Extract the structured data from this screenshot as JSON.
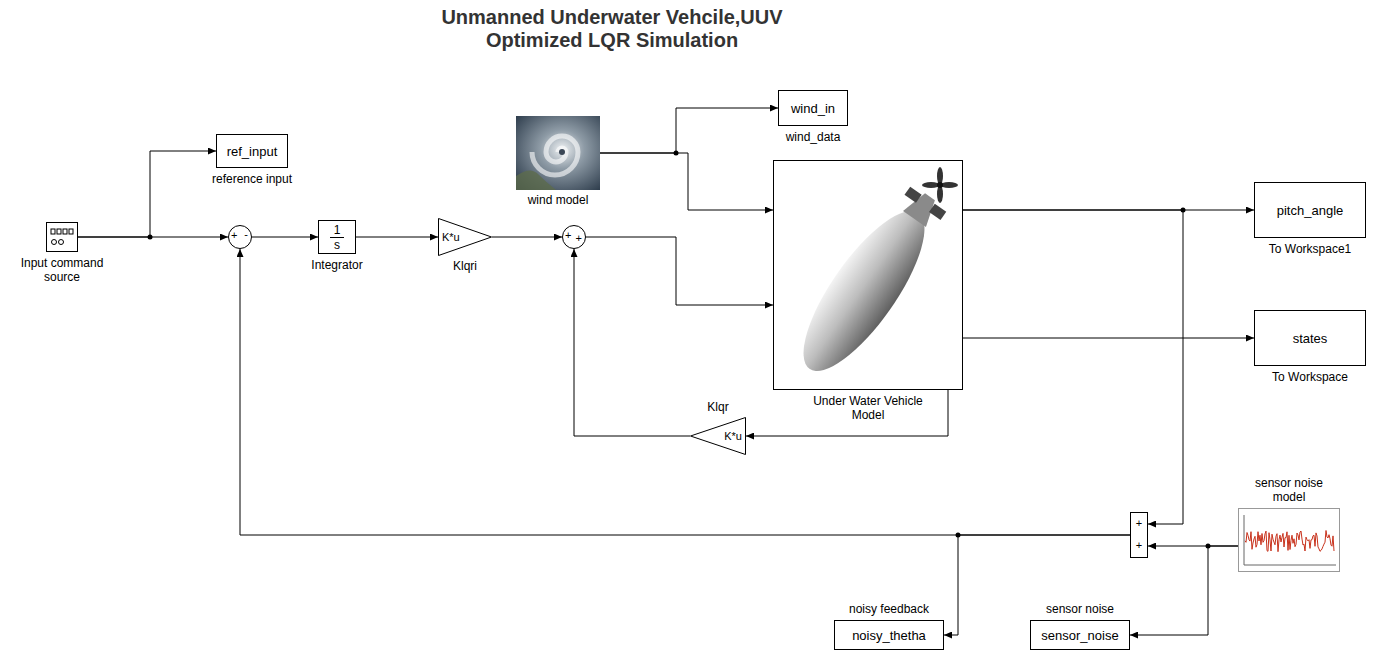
{
  "diagram": {
    "title": "Unmanned Underwater Vehcile,UUV Optimized LQR Simulation",
    "nodes": [
      {
        "text": [
          "ref_input",
          "reference input"
        ]
      },
      {
        "text": [
          "Input command source"
        ]
      },
      {
        "text": [
          "+",
          "-"
        ]
      },
      {
        "text": [
          "1",
          "s",
          "Integrator"
        ]
      },
      {
        "text": [
          "K*u",
          "Klqri"
        ]
      },
      {
        "text": [
          "+",
          "+"
        ]
      },
      {
        "text": [
          "wind model"
        ]
      },
      {
        "text": [
          "wind_in",
          "wind_data"
        ]
      },
      {
        "text": [
          "Under Water Vehicle Model"
        ]
      },
      {
        "text": [
          "pitch_angle",
          "To Workspace1"
        ]
      },
      {
        "text": [
          "states",
          "To Workspace"
        ]
      },
      {
        "text": [
          "K*u",
          "Klqr"
        ]
      },
      {
        "text": [
          "+",
          "+"
        ]
      },
      {
        "text": [
          "sensor noise model"
        ]
      },
      {
        "text": [
          "noisy_thetha",
          "noisy feedback"
        ]
      },
      {
        "text": [
          "sensor_noise",
          "sensor noise"
        ]
      }
    ],
    "edges": [
      {
        "from": 1,
        "to": 0,
        "arrow": "to"
      },
      {
        "from": 1,
        "to": 2,
        "arrow": "to"
      },
      {
        "from": 2,
        "to": 3,
        "arrow": "to"
      },
      {
        "from": 3,
        "to": 4,
        "arrow": "to"
      },
      {
        "from": 4,
        "to": 5,
        "arrow": "to"
      },
      {
        "from": 5,
        "to": 8,
        "arrow": "to"
      },
      {
        "from": 6,
        "to": 7,
        "arrow": "to"
      },
      {
        "from": 6,
        "to": 8,
        "arrow": "to"
      },
      {
        "from": 8,
        "to": 9,
        "arrow": "to"
      },
      {
        "from": 8,
        "to": 10,
        "arrow": "to"
      },
      {
        "from": 8,
        "to": 11,
        "arrow": "to"
      },
      {
        "from": 11,
        "to": 5,
        "arrow": "to"
      },
      {
        "from": 8,
        "to": 12,
        "arrow": "to"
      },
      {
        "from": 13,
        "to": 12,
        "arrow": "to"
      },
      {
        "from": 13,
        "to": 15,
        "arrow": "to"
      },
      {
        "from": 12,
        "to": 14,
        "arrow": "to"
      },
      {
        "from": 12,
        "to": 2,
        "arrow": "to"
      }
    ]
  }
}
